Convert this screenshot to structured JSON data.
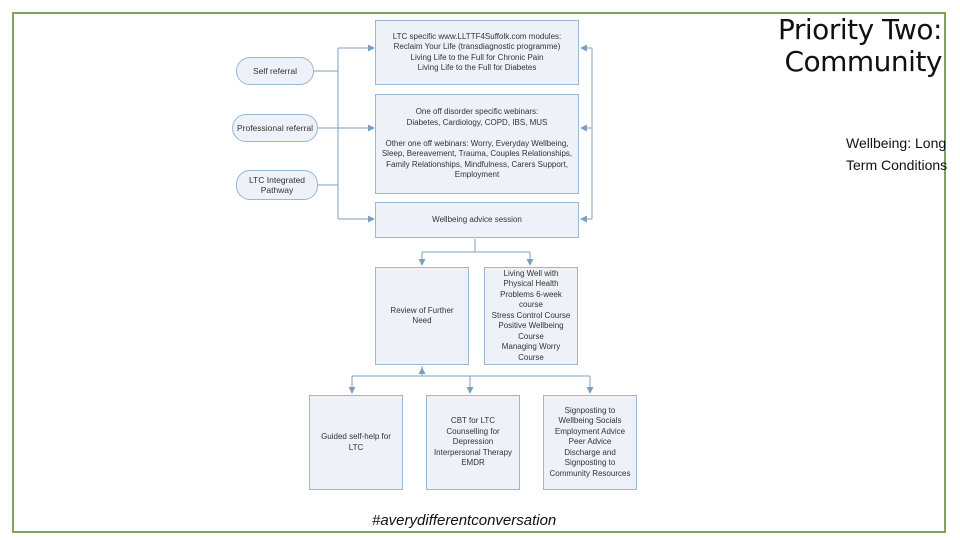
{
  "title": "Priority Two: Community",
  "subtitle": "Wellbeing: Long Term Conditions",
  "hashtag": "#averydifferentconversation",
  "colors": {
    "frame": "#7fa55a",
    "box_fill": "#eef2f8",
    "box_border": "#9cb6cf",
    "arrow": "#7f9fbf"
  },
  "referrals": {
    "self": "Self referral",
    "professional": "Professional referral",
    "ltc_pathway": "LTC Integrated\nPathway"
  },
  "boxes": {
    "ltc_modules": "LTC specific www.LLTTF4Suffolk.com modules:\nReclaim Your Life (transdiagnostic programme)\nLiving Life to the Full for Chronic Pain\nLiving Life to the Full for Diabetes",
    "webinars": "One off disorder specific webinars:\nDiabetes, Cardiology, COPD, IBS, MUS\n\nOther one off webinars: Worry, Everyday Wellbeing,\nSleep, Bereavement, Trauma, Couples Relationships,\nFamily Relationships, Mindfulness, Carers Support,\nEmployment",
    "advice": "Wellbeing advice session",
    "review": "Review of Further\nNeed",
    "courses": "Living Well with\nPhysical Health\nProblems 6-week\ncourse\nStress Control Course\nPositive Wellbeing\nCourse\nManaging Worry\nCourse",
    "guided": "Guided self-help for\nLTC",
    "cbt": "CBT for LTC\nCounselling for\nDepression\nInterpersonal Therapy\nEMDR",
    "signposting": "Signposting to\nWellbeing Socials\nEmployment Advice\nPeer Advice\nDischarge and\nSignposting to\nCommunity Resources"
  }
}
